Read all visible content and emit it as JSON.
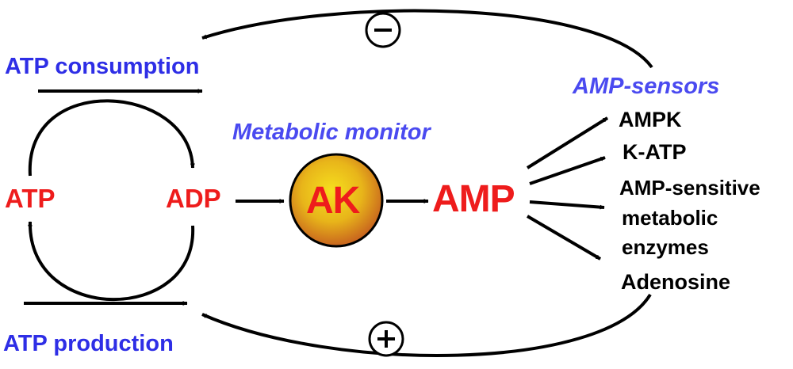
{
  "labels": {
    "atp_consumption": "ATP consumption",
    "atp_production": "ATP production",
    "atp": "ATP",
    "adp": "ADP",
    "metabolic_monitor": "Metabolic monitor",
    "ak": "AK",
    "amp": "AMP",
    "amp_sensors": "AMP-sensors",
    "ampk": "AMPK",
    "k_atp": "K-ATP",
    "amp_sensitive_1": "AMP-sensitive",
    "amp_sensitive_2": "metabolic",
    "amp_sensitive_3": "enzymes",
    "adenosine": "Adenosine",
    "negative_feedback": "−",
    "positive_feedback": "+"
  },
  "colors": {
    "blue_text": "#2e2ee6",
    "red_text": "#ee1c1c",
    "ak_core": "#e8c21a",
    "ak_edge": "#c8641e"
  }
}
